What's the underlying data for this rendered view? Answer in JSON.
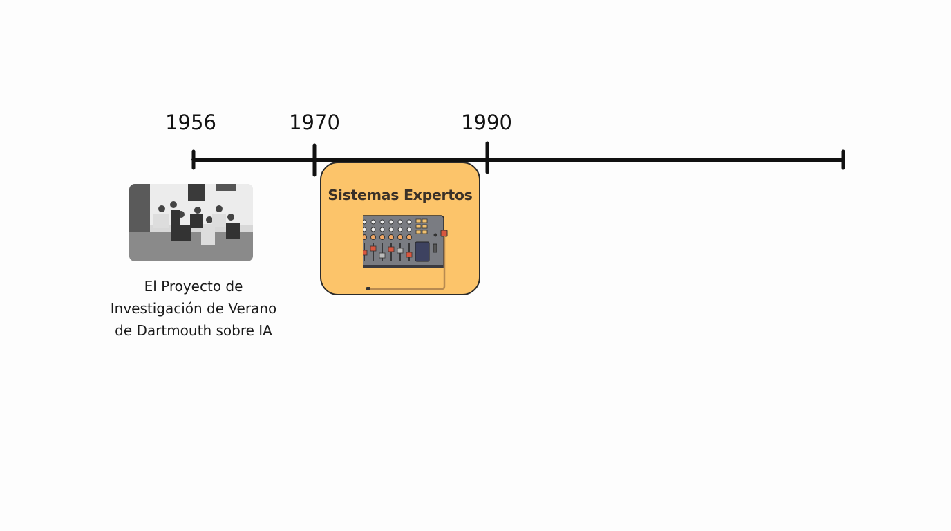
{
  "timeline": {
    "years": [
      "1956",
      "1970",
      "1990"
    ],
    "line_color": "#111111"
  },
  "events": [
    {
      "caption_lines": [
        "El Proyecto de",
        "Investigación de Verano",
        "de Dartmouth sobre IA"
      ],
      "image": "black-and-white-group-photo"
    },
    {
      "title": "Sistemas Expertos",
      "image": "mixing-console-icon",
      "card_color": "#fcc46a"
    }
  ]
}
